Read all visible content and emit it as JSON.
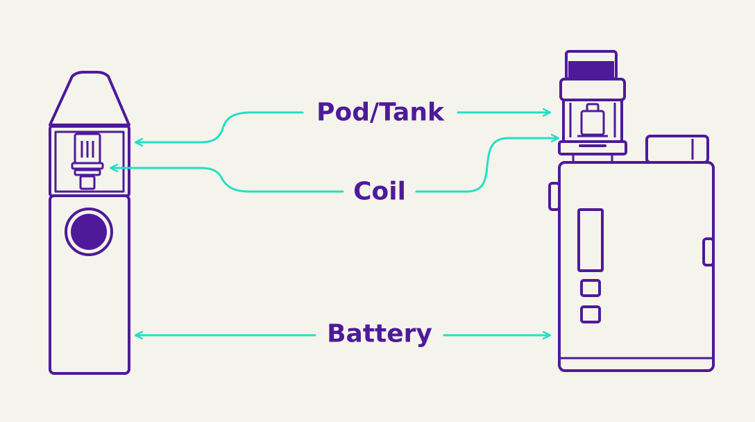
{
  "labels": {
    "pod_tank": "Pod/Tank",
    "coil": "Coil",
    "battery": "Battery"
  },
  "colors": {
    "background": "#f5f4ec",
    "device_outline": "#4e1a9a",
    "pointer": "#22e0c4",
    "label_text": "#4e1a9a"
  },
  "icons": {
    "left_device": "pod-vape-icon",
    "right_device": "box-mod-icon"
  }
}
